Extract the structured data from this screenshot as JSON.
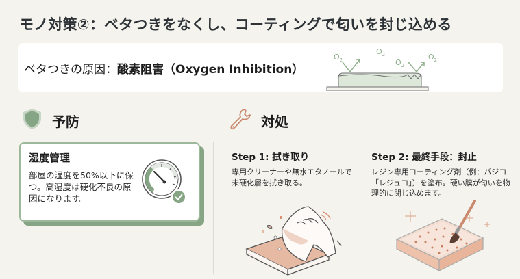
{
  "title": "モノ対策②：ベタつきをなくし、コーティングで匂いを封じ込める",
  "banner": {
    "label_prefix": "ベタつきの原因：",
    "label_bold": "酸素阻害（Oxygen Inhibition）",
    "illustration": {
      "icon": "oxygen-inhibition-diagram-icon",
      "o2_labels": [
        "O₂",
        "O₂",
        "O₂",
        "O₂"
      ]
    }
  },
  "sections": {
    "prevention": {
      "icon": "shield-icon",
      "label": "予防",
      "card": {
        "title": "湿度管理",
        "body": "部屋の湿度を50%以下に保つ。高湿度は硬化不良の原因になります。",
        "icon": "humidity-gauge-check-icon"
      }
    },
    "treatment": {
      "icon": "wrench-icon",
      "label": "対処",
      "steps": [
        {
          "title": "Step 1: 拭き取り",
          "body": "専用クリーナーや無水エタノールで未硬化層を拭き取る。",
          "icon": "hand-wiping-cloth-icon"
        },
        {
          "title": "Step 2: 最終手段：封止",
          "body": "レジン専用コーティング剤（例：パジコ「レジュコ」）を塗布。硬い膜が匂いを物理的に閉じ込めます。",
          "icon": "coating-brush-tray-icon"
        }
      ]
    }
  },
  "colors": {
    "background": "#f5f3ee",
    "accent_green": "#86a584",
    "accent_terracotta": "#c98a6e",
    "text": "#1e1e1e"
  }
}
